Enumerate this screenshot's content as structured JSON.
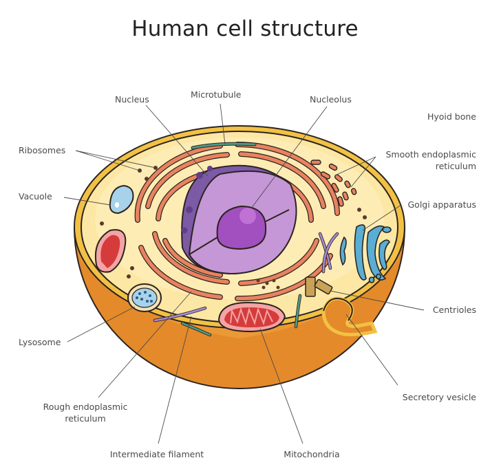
{
  "title": "Human cell structure",
  "colors": {
    "membrane": "#f2c144",
    "cytoplasm": "#fde7a4",
    "outer_body": "#e8962f",
    "nucleus_outer": "#7c5aa6",
    "nucleus_inner": "#c597d6",
    "nucleolus": "#a24fbf",
    "rough_er": "#e9825f",
    "mitochondria": "#d63b3b",
    "golgi": "#5aaed4",
    "vacuole": "#a7d2ea",
    "microtubule": "#4f9a84",
    "filament": "#a78bd0"
  },
  "labels": {
    "nucleus": "Nucleus",
    "microtubule": "Microtubule",
    "nucleolus": "Nucleolus",
    "hyoid_bone": "Hyoid bone",
    "ribosomes": "Ribosomes",
    "smooth_er_line1": "Smooth endoplasmic",
    "smooth_er_line2": "reticulum",
    "vacuole": "Vacuole",
    "golgi": "Golgi apparatus",
    "centrioles": "Centrioles",
    "lysosome": "Lysosome",
    "rough_er_line1": "Rough endoplasmic",
    "rough_er_line2": "reticulum",
    "secretory_vesicle": "Secretory vesicle",
    "intermediate_filament": "Intermediate filament",
    "mitochondria": "Mitochondria"
  }
}
